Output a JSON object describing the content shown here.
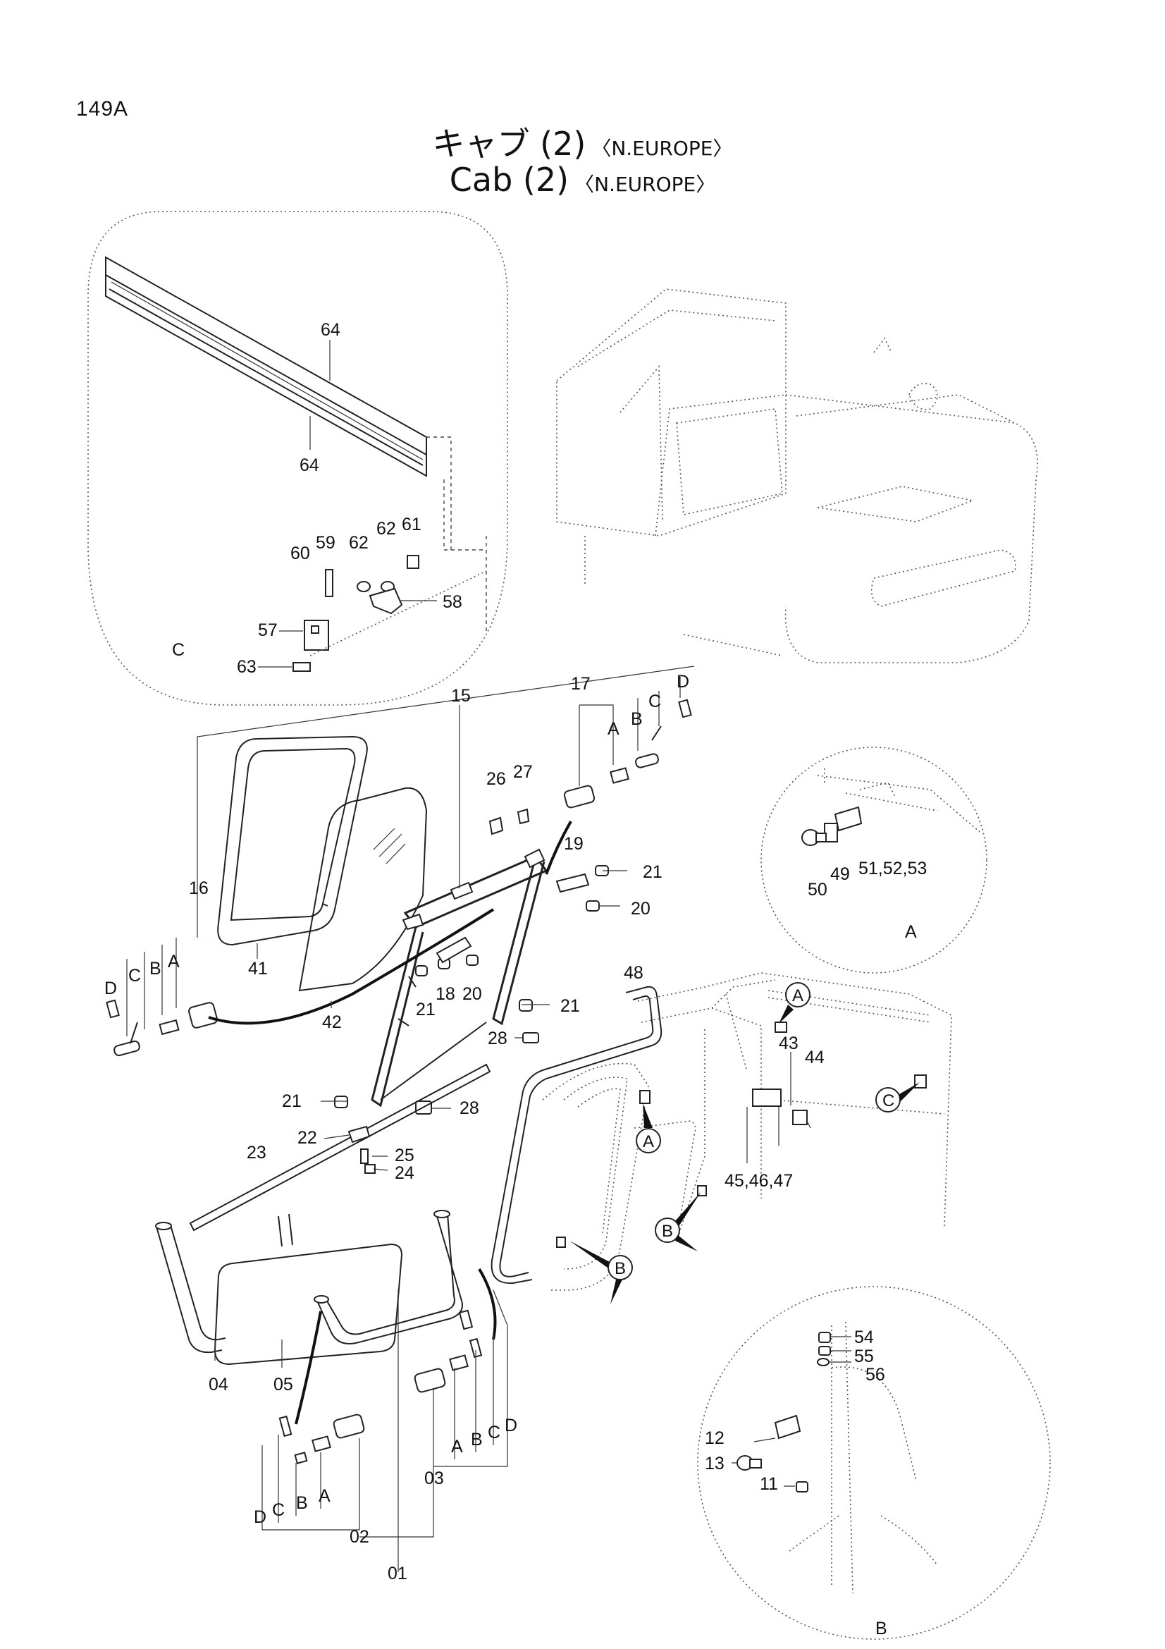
{
  "page_code": "149A",
  "title_jp": {
    "main": "キャブ (2)",
    "region": "〈N.EUROPE〉"
  },
  "title_en": {
    "main": "Cab (2)",
    "region": "〈N.EUROPE〉"
  },
  "callouts": {
    "c64a": "64",
    "c64b": "64",
    "c60": "60",
    "c59": "59",
    "c62a": "62",
    "c62b": "62",
    "c61": "61",
    "c58": "58",
    "c57": "57",
    "c63": "63",
    "cC": "C",
    "c15": "15",
    "c17": "17",
    "c16": "16",
    "c41": "41",
    "c42": "42",
    "c26": "26",
    "c27": "27",
    "c19": "19",
    "c21a": "21",
    "c20a": "20",
    "c21b": "21",
    "c18": "18",
    "c20b": "20",
    "c21c": "21",
    "c28a": "28",
    "c21d": "21",
    "c28b": "28",
    "c22": "22",
    "c25": "25",
    "c24": "24",
    "c23": "23",
    "c04": "04",
    "c05": "05",
    "c02": "02",
    "c03": "03",
    "c01": "01",
    "c48": "48",
    "c43": "43",
    "c44": "44",
    "c45": "45,46,47",
    "c50": "50",
    "c49": "49",
    "c51": "51,52,53",
    "cAdet": "A",
    "c54": "54",
    "c55": "55",
    "c56": "56",
    "c12": "12",
    "c13": "13",
    "c11": "11",
    "cBdet": "B",
    "l17A": "A",
    "l17B": "B",
    "l17C": "C",
    "l17D": "D",
    "l16A": "A",
    "l16B": "B",
    "l16C": "C",
    "l16D": "D",
    "l03A": "A",
    "l03B": "B",
    "l03C": "C",
    "l03D": "D",
    "l02A": "A",
    "l02B": "B",
    "l02C": "C",
    "l02D": "D"
  },
  "ref_circles": {
    "a1": "A",
    "a2": "A",
    "b1": "B",
    "b2": "B",
    "c1": "C"
  }
}
